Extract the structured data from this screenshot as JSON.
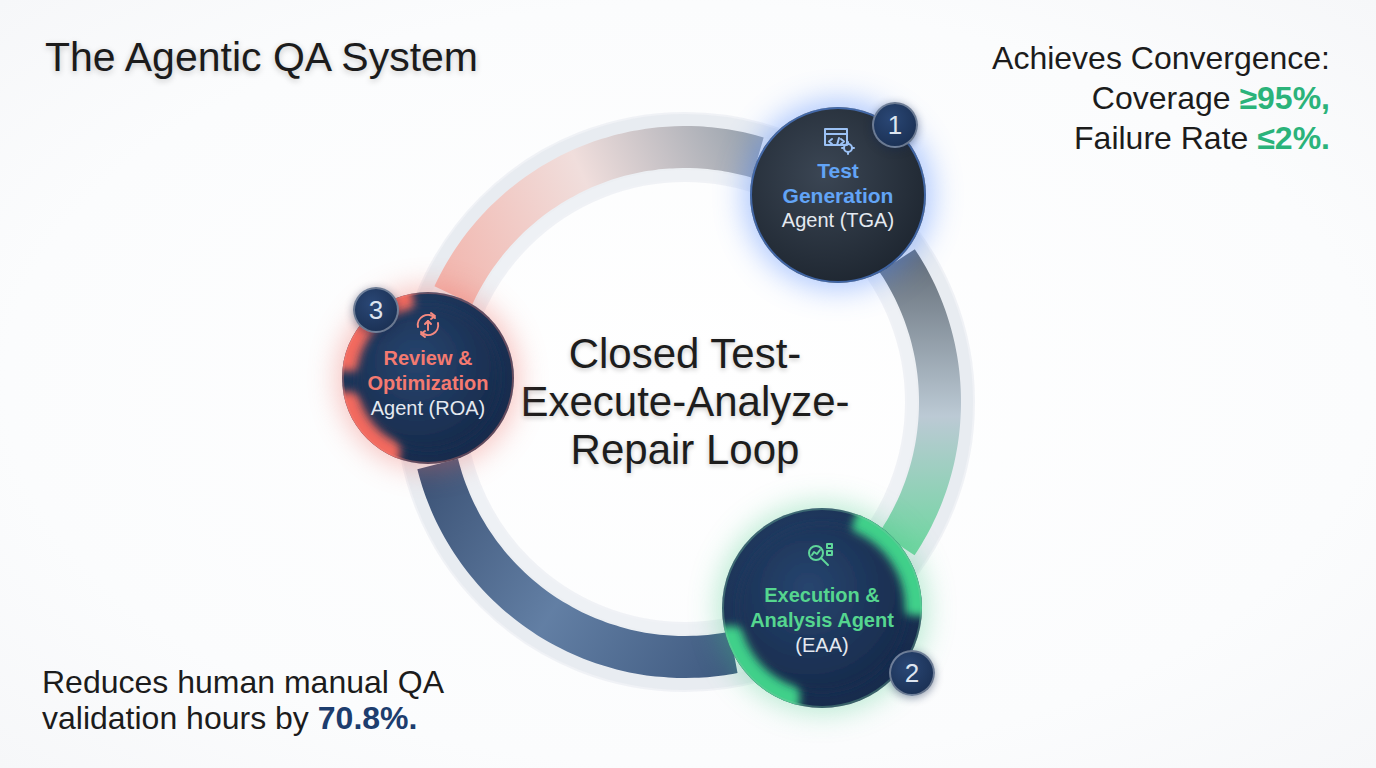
{
  "diagram": {
    "title": "The Agentic QA System",
    "nodes": [
      {
        "text": [
          "Closed Test-Execute-Analyze-Repair Loop"
        ]
      },
      {
        "text": [
          "Test Generation",
          "Agent (TGA)"
        ]
      },
      {
        "text": [
          "Execution & Analysis Agent",
          "(EAA)"
        ]
      },
      {
        "text": [
          "Review & Optimization",
          "Agent (ROA)"
        ]
      }
    ],
    "edges": [
      {
        "from": 1,
        "to": 2,
        "arrow": "none"
      },
      {
        "from": 2,
        "to": 3,
        "arrow": "none"
      },
      {
        "from": 3,
        "to": 1,
        "arrow": "none"
      }
    ],
    "labels": [
      "Achieves Convergence:",
      "Coverage",
      "≥95%,",
      "Failure Rate",
      "≤2%.",
      "1",
      "2",
      "3",
      "Reduces human manual QA validation hours by",
      "70.8%."
    ]
  }
}
